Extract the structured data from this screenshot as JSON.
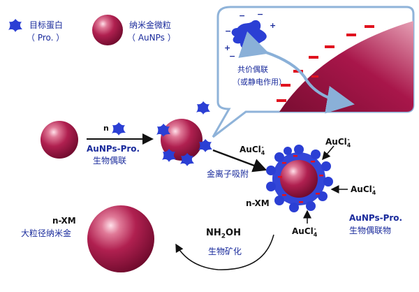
{
  "legend": {
    "protein_label_1": "目标蛋白",
    "protein_label_2": "（ Pro. ）",
    "gnp_label_1": "纳米金微粒",
    "gnp_label_2": "（ AuNPs ）"
  },
  "callout": {
    "label_1": "共价偶联",
    "label_2": "（或静电作用）"
  },
  "step1": {
    "arrow_label": "n",
    "label_1": "AuNPs-Pro.",
    "label_2": "生物偶联"
  },
  "step2": {
    "reagent": "AuCl",
    "label": "金离子吸附"
  },
  "aucl_labels": [
    "AuCl",
    "AuCl",
    "AuCl",
    "AuCl"
  ],
  "conjugate": {
    "label_1": "AuNPs-Pro.",
    "label_2": "生物偶联物"
  },
  "n_xm_right": "n-XM",
  "step3": {
    "reagent": "NH",
    "reagent_sub": "2",
    "reagent_tail": "OH",
    "label": "生物矿化"
  },
  "product": {
    "label_1": "n-XM",
    "label_2": "大粒径纳米金"
  },
  "colors": {
    "gold_np": "#a8164a",
    "protein": "#2b3fd4",
    "charge_neg": "#e0121f",
    "label_blue": "#1a2b9c"
  }
}
